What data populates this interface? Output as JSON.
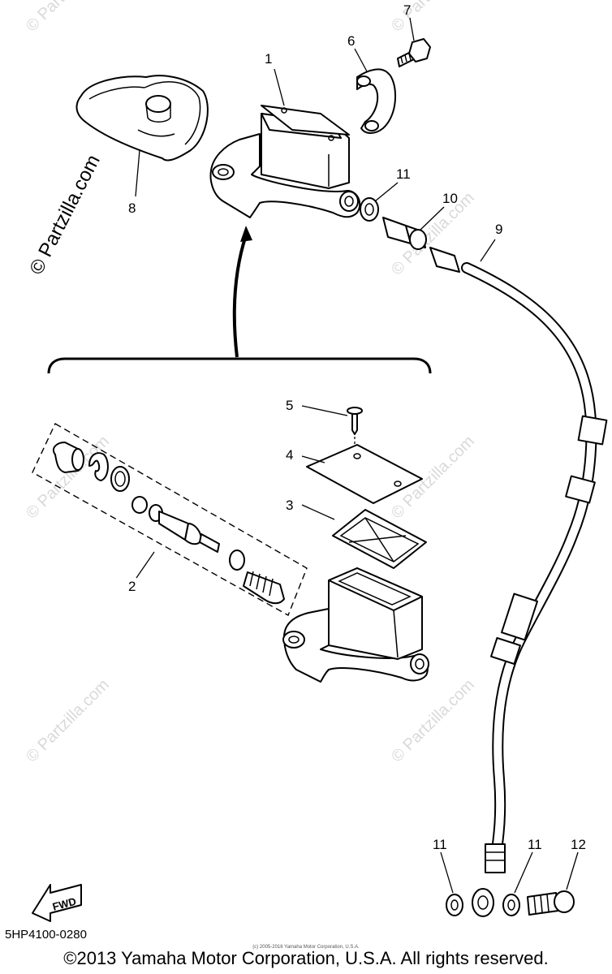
{
  "watermark": {
    "text": "© Partzilla.com",
    "main_text": "© Partzilla.com"
  },
  "callouts": [
    "1",
    "2",
    "3",
    "4",
    "5",
    "6",
    "7",
    "8",
    "9",
    "10",
    "11",
    "11",
    "11",
    "12"
  ],
  "fwd_label": "FWD",
  "diagram_code": "5HP4100-0280",
  "copyright": "©2013 Yamaha Motor Corporation, U.S.A. All rights reserved.",
  "small_copyright": "(c) 2005-2016 Yamaha Motor Corporation, U.S.A."
}
